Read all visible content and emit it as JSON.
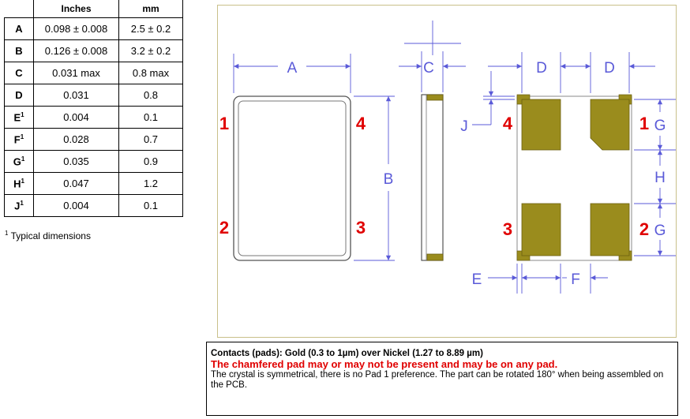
{
  "table": {
    "headers": [
      "",
      "Inches",
      "mm"
    ],
    "rows": [
      {
        "label": "A",
        "sup": "",
        "inches": "0.098 ± 0.008",
        "mm": "2.5 ± 0.2"
      },
      {
        "label": "B",
        "sup": "",
        "inches": "0.126 ± 0.008",
        "mm": "3.2 ± 0.2"
      },
      {
        "label": "C",
        "sup": "",
        "inches": "0.031 max",
        "mm": "0.8 max"
      },
      {
        "label": "D",
        "sup": "",
        "inches": "0.031",
        "mm": "0.8"
      },
      {
        "label": "E",
        "sup": "1",
        "inches": "0.004",
        "mm": "0.1"
      },
      {
        "label": "F",
        "sup": "1",
        "inches": "0.028",
        "mm": "0.7"
      },
      {
        "label": "G",
        "sup": "1",
        "inches": "0.035",
        "mm": "0.9"
      },
      {
        "label": "H",
        "sup": "1",
        "inches": "0.047",
        "mm": "1.2"
      },
      {
        "label": "J",
        "sup": "1",
        "inches": "0.004",
        "mm": "0.1"
      }
    ],
    "footnote_mark": "1",
    "footnote_text": " Typical dimensions"
  },
  "drawing": {
    "dim_labels": {
      "A": "A",
      "B": "B",
      "C": "C",
      "D": "D",
      "E": "E",
      "F": "F",
      "G": "G",
      "H": "H",
      "J": "J"
    },
    "pin_labels": {
      "top_view_left_top": "1",
      "top_view_left_bottom": "2",
      "top_view_right_top": "4",
      "top_view_right_bottom": "3",
      "pad_left_top": "4",
      "pad_left_bottom": "3",
      "pad_right_top": "1",
      "pad_right_bottom": "2"
    },
    "colors": {
      "pad": "#9a8c1d",
      "pad_edge": "#6b6010",
      "pin_label": "#e00000",
      "dim_line": "#5a5ad8",
      "frame": "#c9c08a"
    }
  },
  "notes": {
    "line1": "Contacts (pads): Gold (0.3 to 1µm) over Nickel (1.27 to 8.89 µm)",
    "line2": "The chamfered pad may or may not be present and may be on any pad.",
    "line3": "The crystal is symmetrical, there is no Pad 1 preference. The part can be rotated 180° when being assembled on the PCB."
  }
}
